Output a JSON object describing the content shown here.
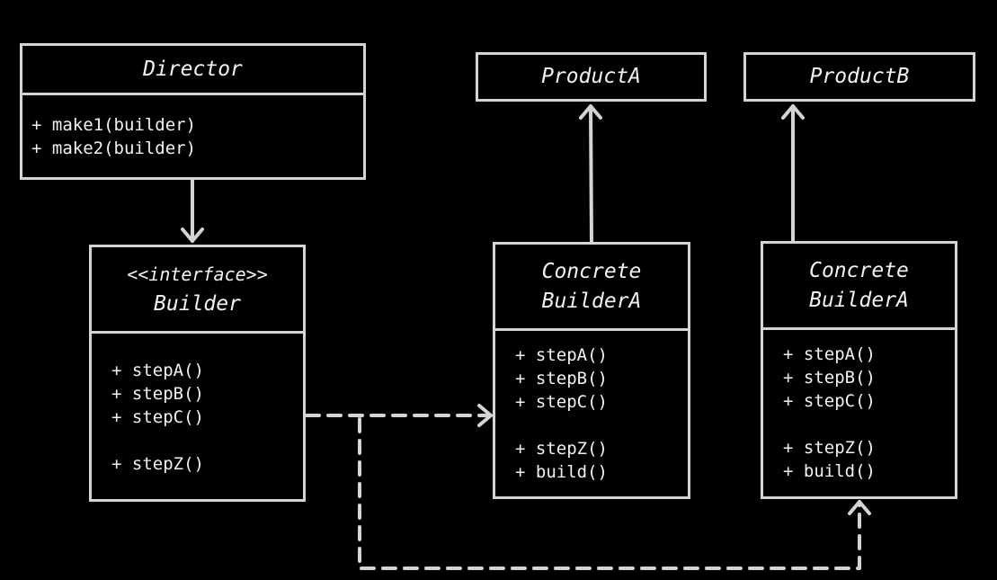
{
  "colors": {
    "background": "#000000",
    "stroke": "#d4d4d4",
    "text": "#f2f2f2"
  },
  "director": {
    "name": "Director",
    "methods": [
      "+ make1(builder)",
      "+ make2(builder)"
    ]
  },
  "builder": {
    "stereotype": "<<interface>>",
    "name": "Builder",
    "methods": [
      "+ stepA()",
      "+ stepB()",
      "+ stepC()",
      "+ stepZ()"
    ]
  },
  "product_a": {
    "name": "ProductA"
  },
  "product_b": {
    "name": "ProductB"
  },
  "concrete_builder_a": {
    "name_line1": "Concrete",
    "name_line2": "BuilderA",
    "methods": [
      "+ stepA()",
      "+ stepB()",
      "+ stepC()",
      "+ stepZ()",
      "+ build()"
    ]
  },
  "concrete_builder_b": {
    "name_line1": "Concrete",
    "name_line2": "BuilderA",
    "methods": [
      "+ stepA()",
      "+ stepB()",
      "+ stepC()",
      "+ stepZ()",
      "+ build()"
    ]
  },
  "relationships": [
    {
      "from": "Director",
      "to": "Builder",
      "kind": "association"
    },
    {
      "from": "ConcreteBuilderA",
      "to": "ProductA",
      "kind": "association"
    },
    {
      "from": "ConcreteBuilderA (right)",
      "to": "ProductB",
      "kind": "association"
    },
    {
      "from": "Builder",
      "to": "ConcreteBuilderA",
      "kind": "realization (dashed)"
    },
    {
      "from": "Builder",
      "to": "ConcreteBuilderA (right)",
      "kind": "realization (dashed)"
    }
  ]
}
